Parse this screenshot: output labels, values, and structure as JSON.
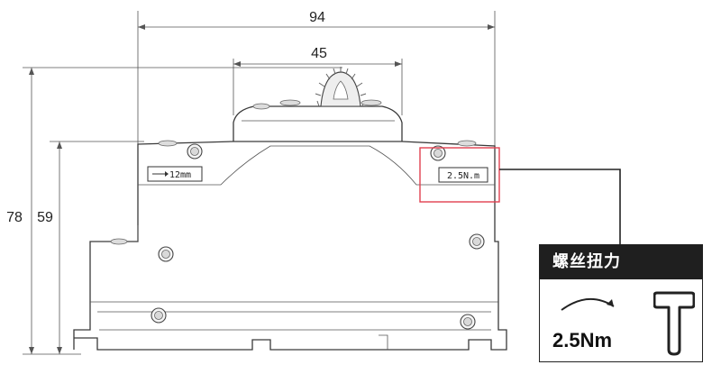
{
  "dimensions": {
    "overall_width": "94",
    "top_width": "45",
    "overall_height": "78",
    "body_height": "59"
  },
  "labels": {
    "wire_strip": "12mm",
    "torque_mark": "2.5N.m"
  },
  "callout": {
    "title": "螺丝扭力",
    "value": "2.5Nm",
    "icons": [
      "rotation-arrow-icon",
      "t-screw-icon"
    ]
  },
  "colors": {
    "highlight": "#e04050",
    "header_bg": "#1f1f1f"
  }
}
